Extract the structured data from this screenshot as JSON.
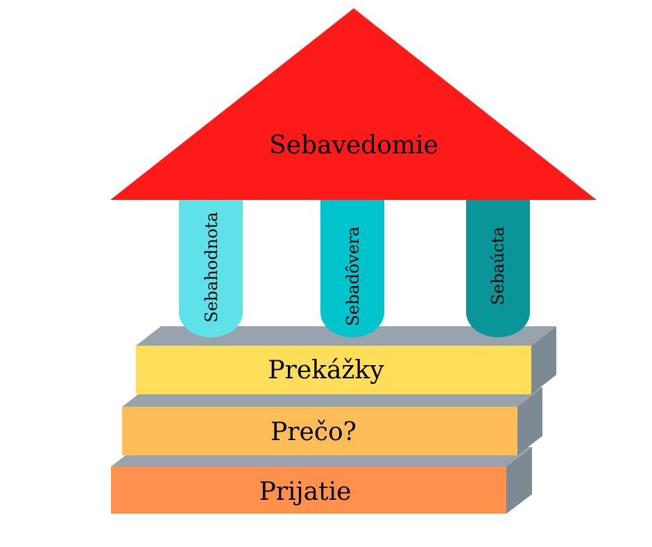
{
  "roof": {
    "label": "Sebavedomie",
    "color": "#ff1a1a"
  },
  "pillars": [
    {
      "label": "Sebahodnota",
      "color": "#5ee1e8"
    },
    {
      "label": "Sebadôvera",
      "color": "#00c4cc"
    },
    {
      "label": "Sebaúcta",
      "color": "#0a9698"
    }
  ],
  "steps": [
    {
      "label": "Prekážky",
      "color": "#ffde59"
    },
    {
      "label": "Prečo?",
      "color": "#ffbd59"
    },
    {
      "label": "Prijatie",
      "color": "#ff914d"
    }
  ],
  "step_side_color": "#7d8a94",
  "step_top_color": "#98a3ad"
}
